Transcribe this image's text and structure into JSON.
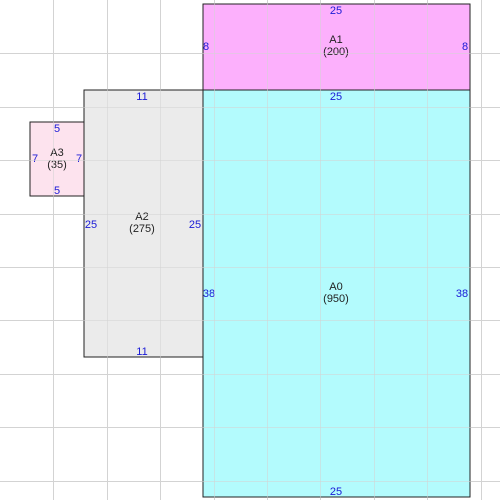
{
  "diagram": {
    "colors": {
      "grid": "#d3d3d3",
      "stroke": "#222222",
      "dimension_text": "#1a1ad6",
      "label_text": "#222222"
    },
    "rectangles": [
      {
        "id": "A0",
        "label": "A0",
        "area": "(950)",
        "fill": "#b3fbfd",
        "width_label": "25",
        "height_label": "38"
      },
      {
        "id": "A1",
        "label": "A1",
        "area": "(200)",
        "fill": "#fcb0fc",
        "width_label": "25",
        "height_label": "8"
      },
      {
        "id": "A2",
        "label": "A2",
        "area": "(275)",
        "fill": "#ebebeb",
        "width_label": "11",
        "height_label": "25"
      },
      {
        "id": "A3",
        "label": "A3",
        "area": "(35)",
        "fill": "#fde3ee",
        "width_label": "5",
        "height_label": "7"
      }
    ]
  }
}
